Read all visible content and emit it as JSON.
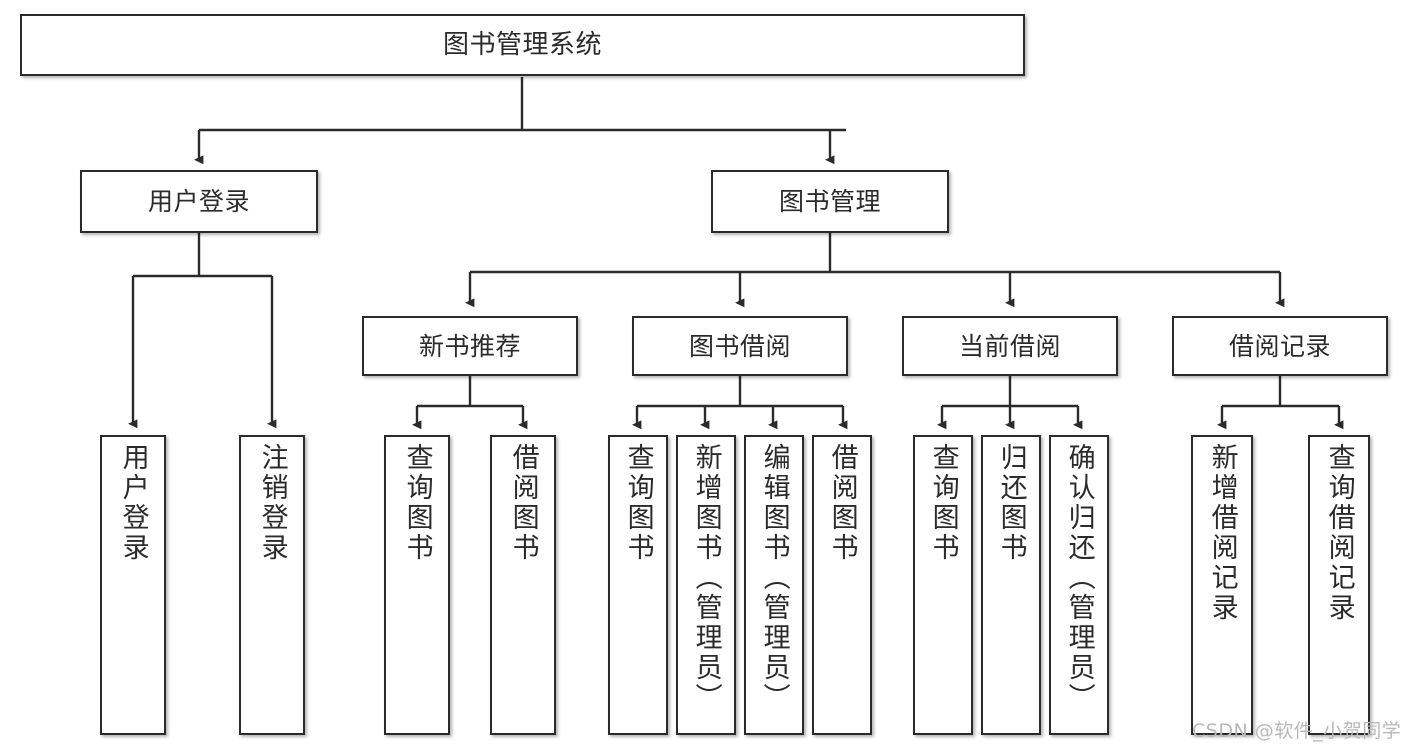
{
  "diagram": {
    "title": "图书管理系统",
    "type": "功能结构图",
    "watermark": "CSDN @软件_小贺同学",
    "colors": {
      "background": "#ffffff",
      "box_border": "#2b2b2b",
      "box_fill": "#ffffff",
      "connector": "#2b2b2b",
      "watermark_text": "#b9b9b9"
    }
  },
  "nodes": {
    "root": {
      "label": "图书管理系统"
    },
    "level2": [
      {
        "label": "用户登录"
      },
      {
        "label": "图书管理"
      }
    ],
    "level3": [
      {
        "label": "新书推荐"
      },
      {
        "label": "图书借阅"
      },
      {
        "label": "当前借阅"
      },
      {
        "label": "借阅记录"
      }
    ],
    "leaves": {
      "user_login": [
        {
          "label": "用户登录"
        },
        {
          "label": "注销登录"
        }
      ],
      "new_book_recommend": [
        {
          "label": "查询图书"
        },
        {
          "label": "借阅图书"
        }
      ],
      "book_borrow": [
        {
          "label": "查询图书"
        },
        {
          "label": "新增图书（管理员）"
        },
        {
          "label": "编辑图书（管理员）"
        },
        {
          "label": "借阅图书"
        }
      ],
      "current_borrow": [
        {
          "label": "查询图书"
        },
        {
          "label": "归还图书"
        },
        {
          "label": "确认归还（管理员）"
        }
      ],
      "borrow_record": [
        {
          "label": "新增借阅记录"
        },
        {
          "label": "查询借阅记录"
        }
      ]
    }
  }
}
